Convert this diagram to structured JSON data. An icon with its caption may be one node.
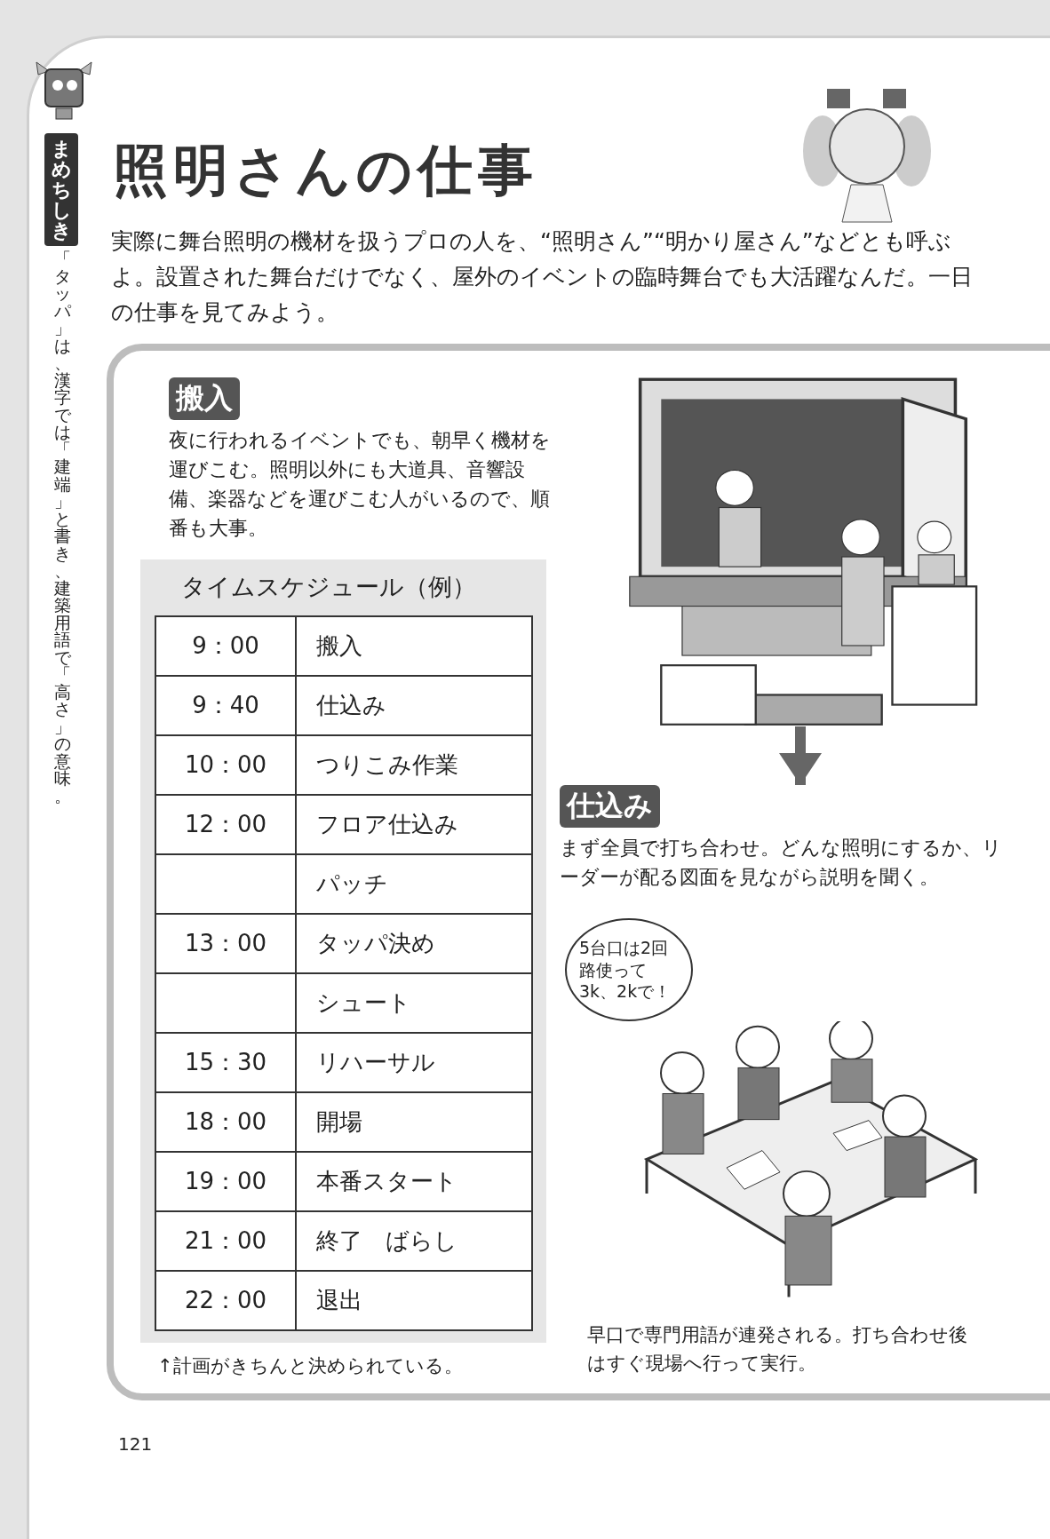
{
  "diagram": {
    "title": "照明さんの仕事",
    "nodes": [
      {
        "text": [
          "搬入",
          "夜に行われるイベントでも、朝早く機材を運びこむ。照明以外にも大道具、音響設備、楽器などを運びこむ人がいるので、順番も大事。"
        ]
      },
      {
        "text": [],
        "shape": "picture"
      },
      {
        "text": [
          "仕込み",
          "まず全員で打ち合わせ。どんな照明にするか、リーダーが配る図面を見ながら説明を聞く。"
        ]
      },
      {
        "text": [
          "5台口は2回路使って3k、2kで！"
        ]
      },
      {
        "text": [],
        "shape": "picture",
        "beside": [
          "早口で専門用語が連発される。打ち合わせ後はすぐ現場へ行って実行。"
        ]
      }
    ],
    "edges": [
      {
        "from": 1,
        "to": 2,
        "arrow": "to"
      }
    ],
    "labels": [
      "まめちしき",
      "「タッパ」は、漢字では「建端」と書き、建築用語で「高さ」の意味。",
      "実際に舞台照明の機材を扱うプロの人を、“照明さん”“明かり屋さん”などとも呼ぶよ。設置された舞台だけでなく、屋外のイベントの臨時舞台でも大活躍なんだ。一日の仕事を見てみよう。",
      "タイムスケジュール（例）",
      "9：00",
      "搬入",
      "9：40",
      "仕込み",
      "10：00",
      "つりこみ作業",
      "12：00",
      "フロア仕込み",
      "パッチ",
      "13：00",
      "タッパ決め",
      "シュート",
      "15：30",
      "リハーサル",
      "18：00",
      "開場",
      "19：00",
      "本番スタート",
      "21：00",
      "終了　ばらし",
      "22：00",
      "退出",
      "↑計画がきちんと決められている。",
      "121"
    ]
  }
}
